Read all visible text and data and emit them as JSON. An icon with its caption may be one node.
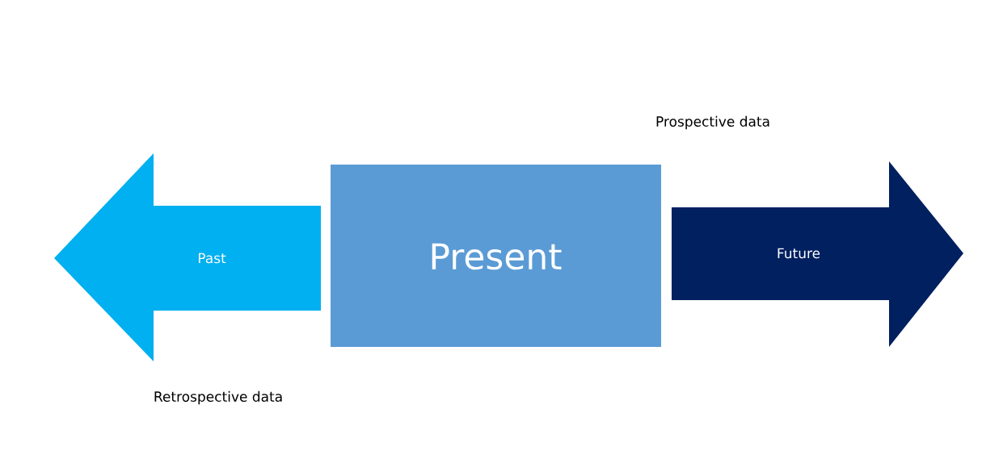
{
  "diagram": {
    "nodes": [
      {
        "text": [
          "Past"
        ],
        "beside": [
          "Retrospective data"
        ]
      },
      {
        "text": [
          "Present"
        ]
      },
      {
        "text": [
          "Future"
        ],
        "beside": [
          "Prospective data"
        ]
      }
    ]
  }
}
